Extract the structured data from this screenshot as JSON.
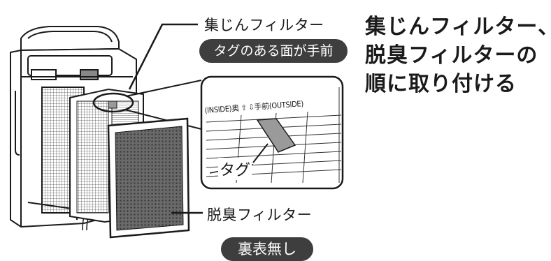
{
  "instruction": {
    "lines": [
      "集じんフィルター、",
      "脱臭フィルターの",
      "順に取り付ける"
    ]
  },
  "dust_filter": {
    "label": "集じんフィルター",
    "badge": "タグのある面が手前"
  },
  "deodorizing_filter": {
    "label": "脱臭フィルター",
    "badge": "裏表無し"
  },
  "detail_view": {
    "orientation_text": "(INSIDE)奥 ⇧ ⇩手前(OUTSIDE)",
    "tag_label": "タグ"
  },
  "colors": {
    "badge_bg": "#3e3e3e",
    "badge_text": "#ffffff",
    "line": "#1a1a1a",
    "tag_fill": "#9a9a9a",
    "mesh_fill": "#555555"
  }
}
